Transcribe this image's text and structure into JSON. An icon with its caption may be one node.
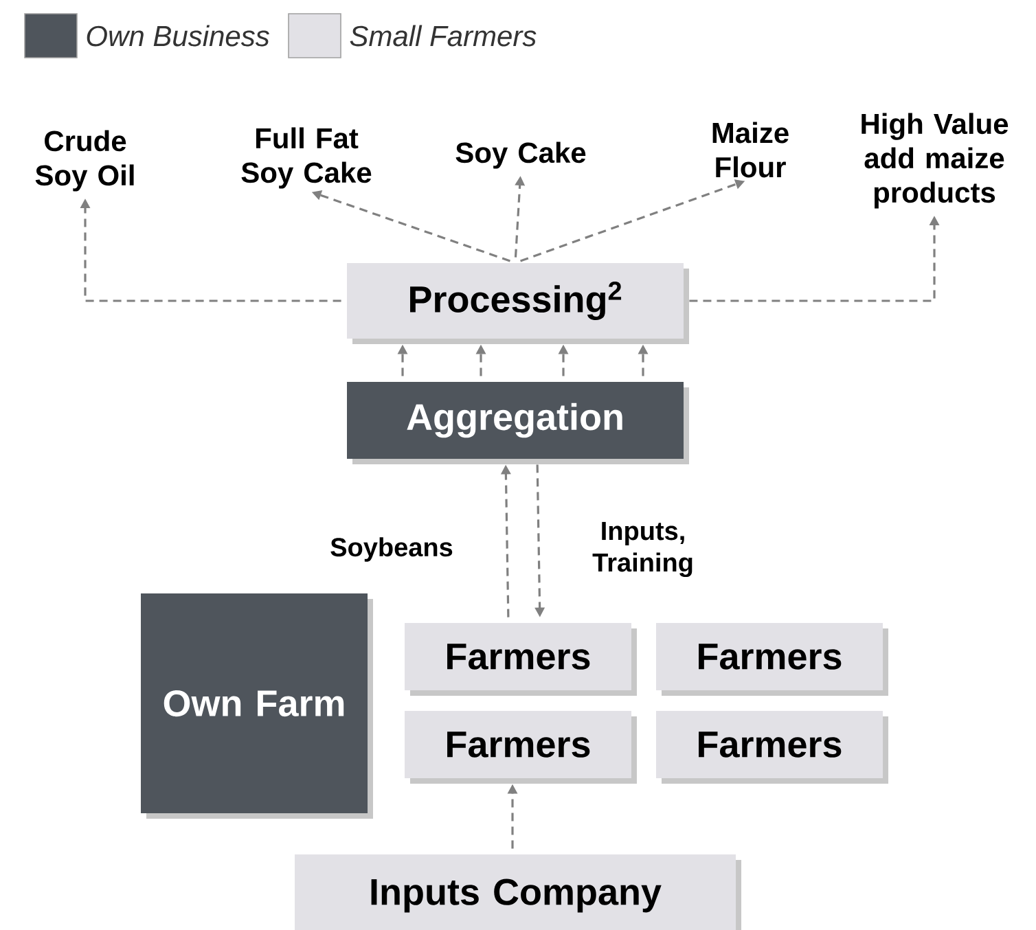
{
  "diagram": {
    "nodes": [
      {
        "text": [
          "Crude Soy Oil"
        ]
      },
      {
        "text": [
          "Full Fat Soy Cake"
        ]
      },
      {
        "text": [
          "Soy Cake"
        ]
      },
      {
        "text": [
          "Maize Flour"
        ]
      },
      {
        "text": [
          "High Value add maize products"
        ]
      },
      {
        "text": [
          "Processing$^{2}$"
        ]
      },
      {
        "text": [
          "Aggregation"
        ]
      },
      {
        "text": [
          "Own Farm"
        ]
      },
      {
        "text": [
          "Farmers"
        ]
      },
      {
        "text": [
          "Farmers"
        ]
      },
      {
        "text": [
          "Farmers"
        ]
      },
      {
        "text": [
          "Farmers"
        ]
      },
      {
        "text": [
          "Inputs Company"
        ]
      }
    ],
    "edges": [
      {
        "from": 5,
        "to": 0,
        "arrow": "to",
        "style": "dashed"
      },
      {
        "from": 5,
        "to": 1,
        "arrow": "to",
        "style": "dashed"
      },
      {
        "from": 5,
        "to": 2,
        "arrow": "to",
        "style": "dashed"
      },
      {
        "from": 5,
        "to": 3,
        "arrow": "to",
        "style": "dashed"
      },
      {
        "from": 5,
        "to": 4,
        "arrow": "to",
        "style": "dashed"
      },
      {
        "from": 6,
        "to": 5,
        "arrow": "to",
        "style": "dashed"
      },
      {
        "from": 6,
        "to": 5,
        "arrow": "to",
        "style": "dashed"
      },
      {
        "from": 6,
        "to": 5,
        "arrow": "to",
        "style": "dashed"
      },
      {
        "from": 6,
        "to": 5,
        "arrow": "to",
        "style": "dashed"
      },
      {
        "from": 8,
        "to": 6,
        "arrow": "to",
        "style": "dashed",
        "label": "Soybeans"
      },
      {
        "from": 6,
        "to": 8,
        "arrow": "to",
        "style": "dashed",
        "label": "Inputs, Training"
      },
      {
        "from": 12,
        "to": 10,
        "arrow": "to",
        "style": "dashed"
      }
    ],
    "legend": [
      {
        "text": "Own Business",
        "color": "#4f555c"
      },
      {
        "text": "Small Farmers",
        "color": "#e2e1e6"
      }
    ]
  }
}
